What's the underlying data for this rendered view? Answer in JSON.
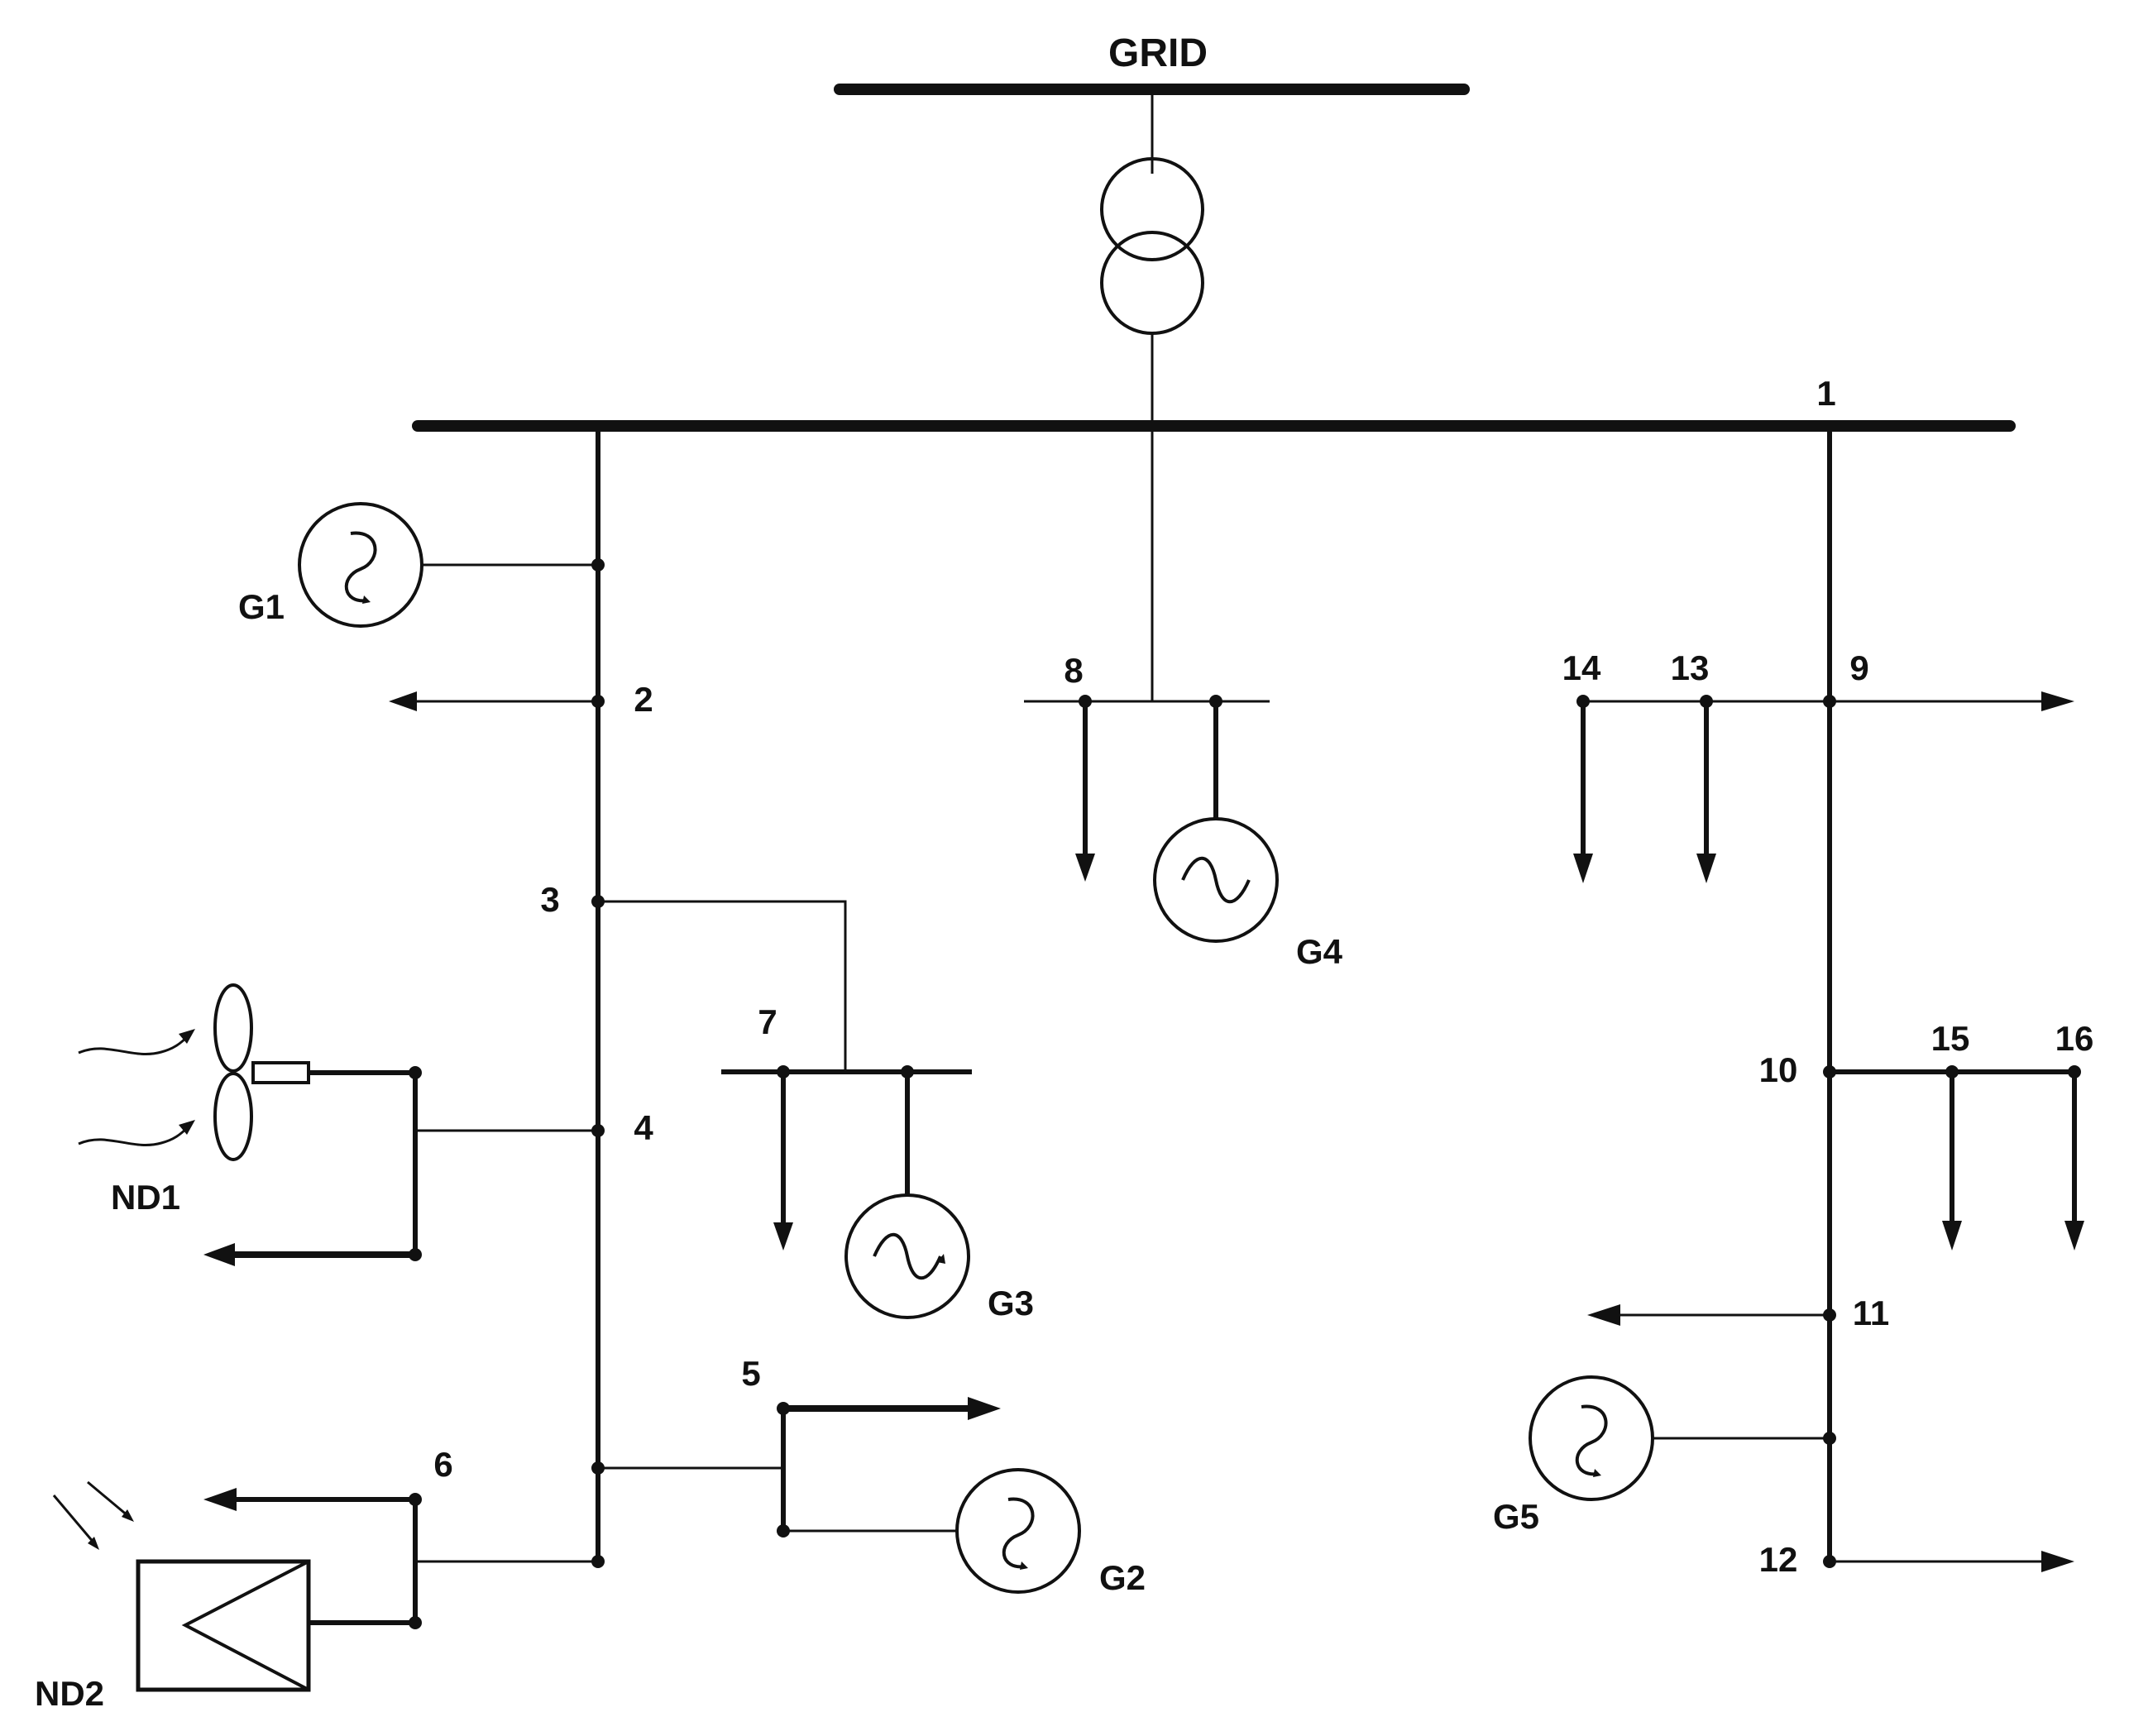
{
  "labels": {
    "grid": "GRID",
    "nodes": {
      "n1": "1",
      "n2": "2",
      "n3": "3",
      "n4": "4",
      "n5": "5",
      "n6": "6",
      "n7": "7",
      "n8": "8",
      "n9": "9",
      "n10": "10",
      "n11": "11",
      "n12": "12",
      "n13": "13",
      "n14": "14",
      "n15": "15",
      "n16": "16"
    },
    "generators": {
      "g1": "G1",
      "g2": "G2",
      "g3": "G3",
      "g4": "G4",
      "g5": "G5"
    },
    "distributed": {
      "nd1": "ND1",
      "nd2": "ND2"
    }
  }
}
